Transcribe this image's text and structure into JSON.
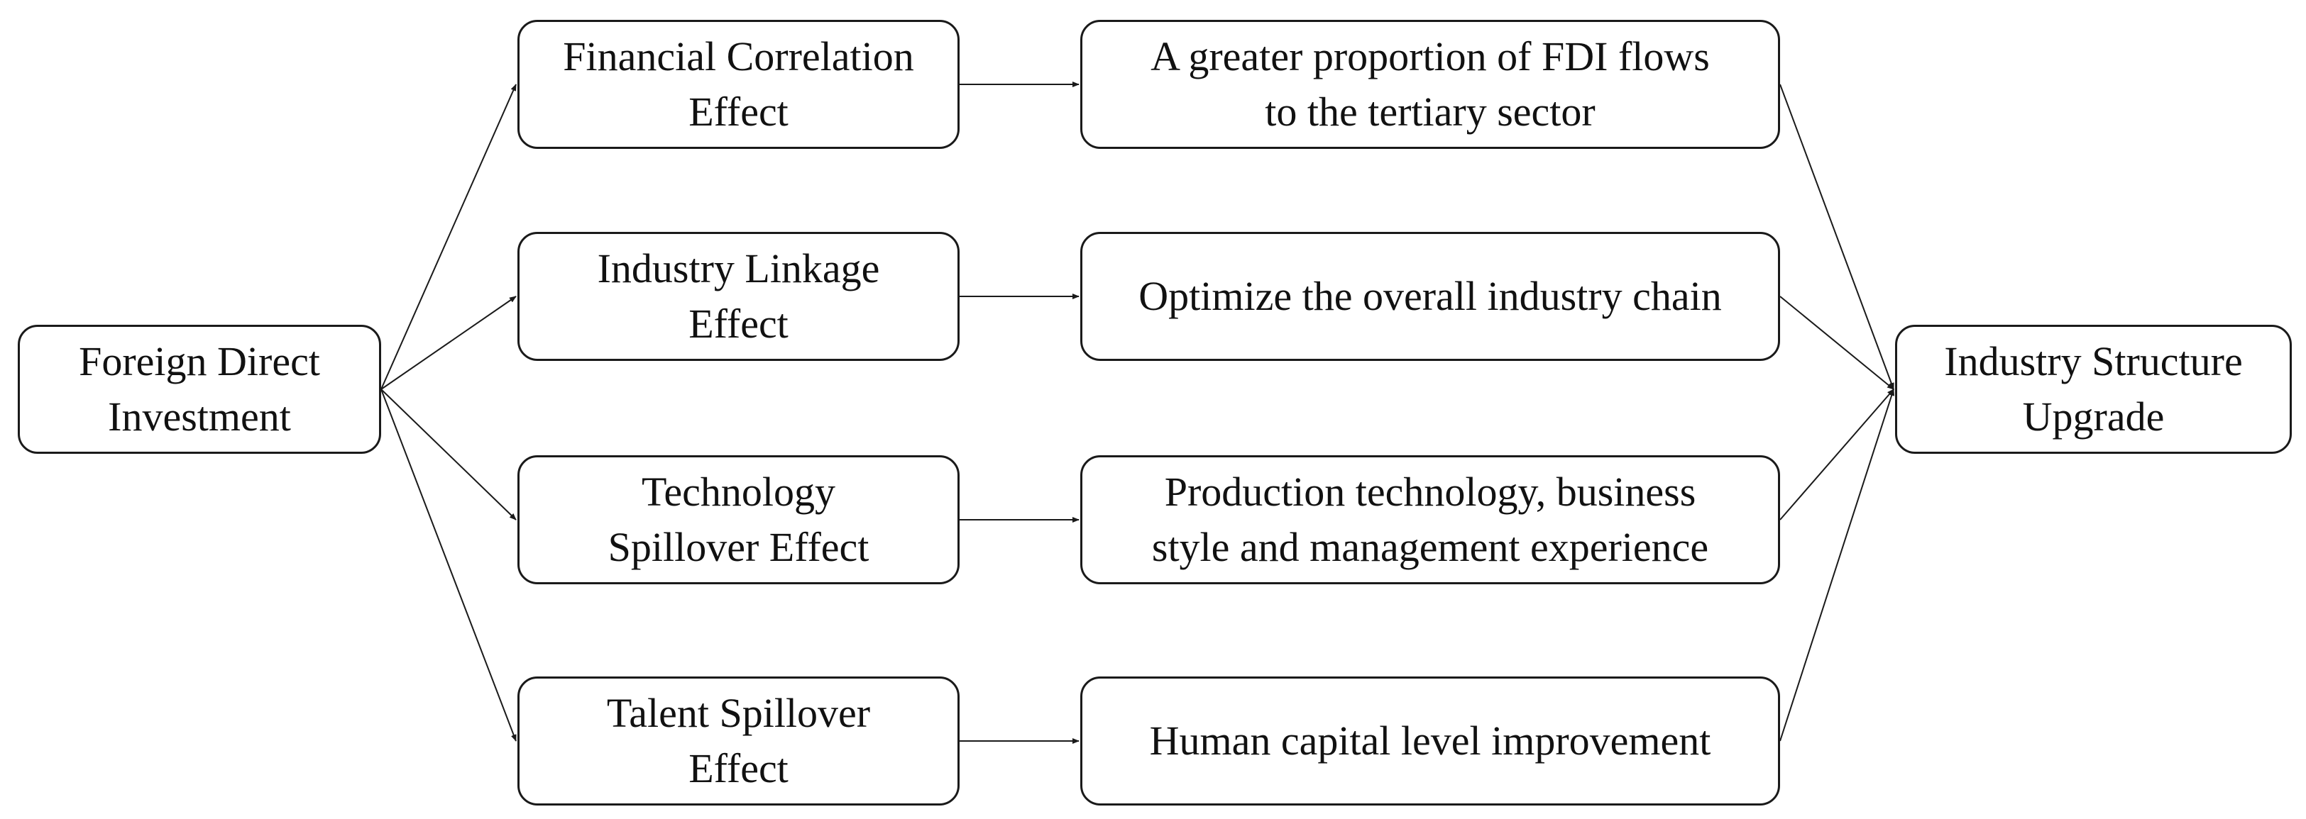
{
  "nodes": {
    "source": {
      "line1": "Foreign Direct",
      "line2": "Investment"
    },
    "effects": [
      {
        "line1": "Financial Correlation",
        "line2": "Effect"
      },
      {
        "line1": "Industry Linkage",
        "line2": "Effect"
      },
      {
        "line1": "Technology",
        "line2": "Spillover Effect"
      },
      {
        "line1": "Talent Spillover",
        "line2": "Effect"
      }
    ],
    "outcomes": [
      {
        "line1": "A greater proportion of FDI flows",
        "line2": "to the tertiary sector"
      },
      {
        "line1": "Optimize the overall industry chain",
        "line2": ""
      },
      {
        "line1": "Production technology, business",
        "line2": "style and management experience"
      },
      {
        "line1": "Human capital level improvement",
        "line2": ""
      }
    ],
    "target": {
      "line1": "Industry Structure",
      "line2": "Upgrade"
    }
  },
  "edges": [
    [
      "source",
      "effect-0"
    ],
    [
      "source",
      "effect-1"
    ],
    [
      "source",
      "effect-2"
    ],
    [
      "source",
      "effect-3"
    ],
    [
      "effect-0",
      "outcome-0"
    ],
    [
      "effect-1",
      "outcome-1"
    ],
    [
      "effect-2",
      "outcome-2"
    ],
    [
      "effect-3",
      "outcome-3"
    ],
    [
      "outcome-0",
      "target"
    ],
    [
      "outcome-1",
      "target"
    ],
    [
      "outcome-2",
      "target"
    ],
    [
      "outcome-3",
      "target"
    ]
  ],
  "colors": {
    "stroke": "#1a1a1a",
    "text": "#111111",
    "background": "#ffffff"
  }
}
